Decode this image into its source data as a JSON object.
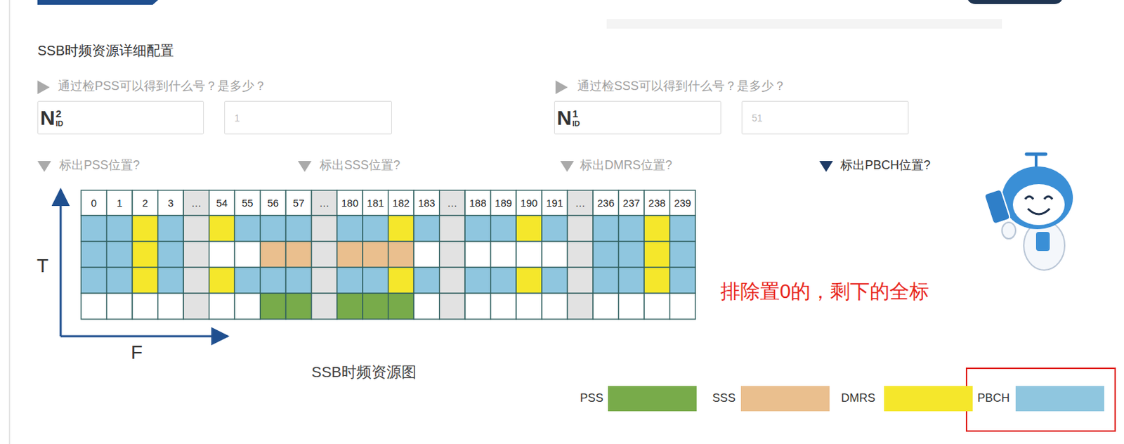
{
  "diagram": {
    "title": "SSB时频资源详细配置",
    "caption": "SSB时频资源图",
    "nodes": [
      {
        "text": [
          "N",
          "2",
          "ID"
        ]
      },
      {
        "text": [
          "1"
        ]
      },
      {
        "text": [
          "N",
          "1",
          "ID"
        ]
      },
      {
        "text": [
          "51"
        ]
      }
    ],
    "labels": [
      "通过检PSS可以得到什么号？是多少？",
      "通过检SSS可以得到什么号？是多少？",
      "标出PSS位置?",
      "标出SSS位置?",
      "标出DMRS位置?",
      "标出PBCH位置?",
      "0",
      "1",
      "2",
      "3",
      "…",
      "54",
      "55",
      "56",
      "57",
      "…",
      "180",
      "181",
      "182",
      "183",
      "…",
      "188",
      "189",
      "190",
      "191",
      "…",
      "236",
      "237",
      "238",
      "239",
      "T",
      "F",
      "排除置0的，剩下的全标"
    ],
    "legend": [
      {
        "text": "PSS",
        "color": "#78ab4a"
      },
      {
        "text": "SSS",
        "color": "#eabf8e"
      },
      {
        "text": "DMRS",
        "color": "#f5e72b"
      },
      {
        "text": "PBCH",
        "color": "#8fc6df"
      }
    ]
  }
}
